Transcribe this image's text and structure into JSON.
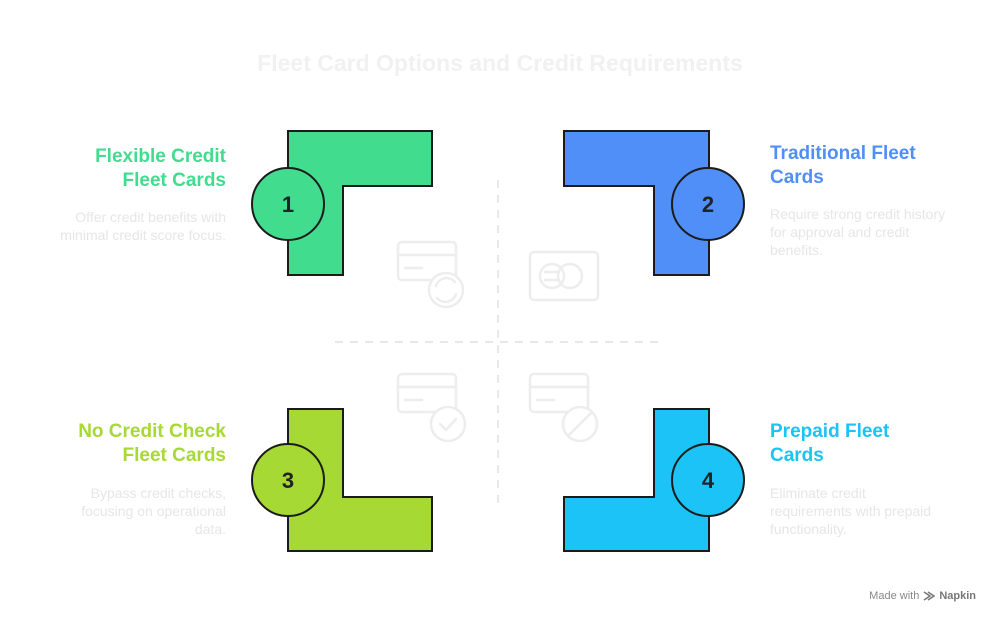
{
  "title": "Fleet Card Options and Credit Requirements",
  "quadrants": [
    {
      "number": "1",
      "label_line1": "Flexible Credit",
      "label_line2": "Fleet Cards",
      "description": "Offer credit benefits with minimal credit score focus.",
      "color": "#42dc8f"
    },
    {
      "number": "2",
      "label_line1": "Traditional Fleet",
      "label_line2": "Cards",
      "description": "Require strong credit history for approval and credit benefits.",
      "color": "#4f8ff7"
    },
    {
      "number": "3",
      "label_line1": "No Credit Check",
      "label_line2": "Fleet Cards",
      "description": "Bypass credit checks, focusing on operational data.",
      "color": "#a7d934"
    },
    {
      "number": "4",
      "label_line1": "Prepaid Fleet",
      "label_line2": "Cards",
      "description": "Eliminate credit requirements with prepaid functionality.",
      "color": "#1cc3f6"
    }
  ],
  "icons": [
    "card-refresh-icon",
    "card-chip-icon",
    "card-check-icon",
    "card-blocked-icon"
  ],
  "footer": {
    "made_with": "Made with",
    "brand": "Napkin"
  }
}
